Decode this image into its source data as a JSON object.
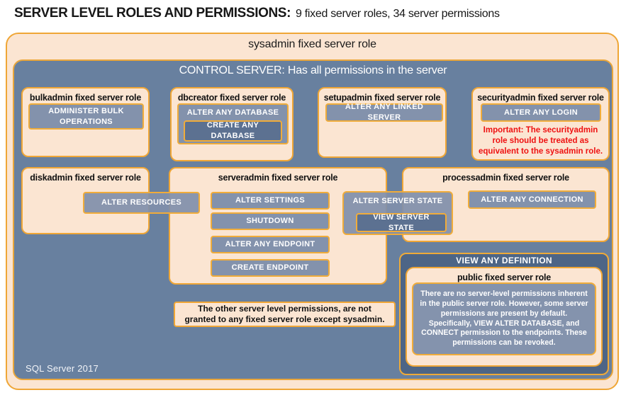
{
  "page_title": {
    "main": "SERVER LEVEL ROLES AND PERMISSIONS:",
    "subtitle": "9 fixed server roles, 34 server permissions"
  },
  "sysadmin": {
    "title": "sysadmin fixed server role"
  },
  "control_server": {
    "title": "CONTROL SERVER: Has all permissions in the server",
    "footer": "SQL Server 2017"
  },
  "roles": {
    "bulkadmin": {
      "title": "bulkadmin fixed server role",
      "permission": "ADMINISTER BULK OPERATIONS"
    },
    "dbcreator": {
      "title": "dbcreator fixed server role",
      "outer_permission": "ALTER ANY DATABASE",
      "inner_permission": "CREATE ANY DATABASE"
    },
    "setupadmin": {
      "title": "setupadmin fixed server role",
      "permission": "ALTER ANY LINKED SERVER"
    },
    "securityadmin": {
      "title": "securityadmin fixed server role",
      "permission": "ALTER ANY LOGIN",
      "warning": "Important: The securityadmin role should be treated as equivalent to the sysadmin role."
    },
    "diskadmin": {
      "title": "diskadmin fixed server role",
      "permission": "ALTER RESOURCES"
    },
    "serveradmin": {
      "title": "serveradmin fixed server role",
      "permissions": [
        "ALTER SETTINGS",
        "SHUTDOWN",
        "ALTER ANY ENDPOINT",
        "CREATE ENDPOINT"
      ],
      "outer_permission": "ALTER SERVER STATE",
      "inner_permission": "VIEW SERVER STATE"
    },
    "processadmin": {
      "title": "processadmin fixed server role",
      "permission": "ALTER ANY CONNECTION"
    },
    "public": {
      "container_permission": "VIEW ANY DEFINITION",
      "title": "public fixed server role",
      "description": "There are no server-level permissions inherent in the public server role. However, some server permissions are present by default. Specifically, VIEW ALTER DATABASE, and CONNECT permission to the endpoints. These permissions can be revoked."
    }
  },
  "note": "The other server level permissions, are not granted to any fixed server role except sysadmin.",
  "colors": {
    "peach_fill": "#fbe5d2",
    "gold_border": "#efa636",
    "control_blue": "#68809f",
    "permission_blue": "#8392ac",
    "nested_permission_blue": "#5c7191",
    "view_any_definition_blue": "#4d6586",
    "warning_red": "#ee1111",
    "white_text": "#ffffff",
    "black_text": "#111111"
  }
}
